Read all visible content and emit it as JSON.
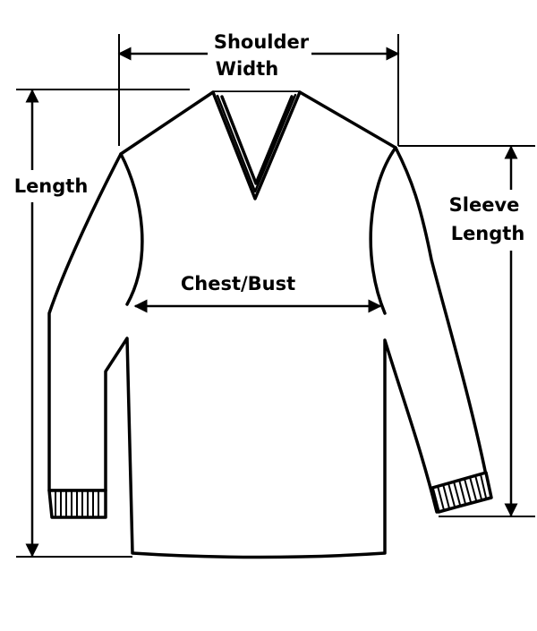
{
  "labels": {
    "shoulder_line1": "Shoulder",
    "shoulder_line2": "Width",
    "length": "Length",
    "sleeve_line1": "Sleeve",
    "sleeve_line2": "Length",
    "chest": "Chest/Bust"
  },
  "colors": {
    "ink": "#000000",
    "background": "#ffffff"
  },
  "icons": {
    "garment": "v-neck-long-sleeve-sweater-outline"
  }
}
